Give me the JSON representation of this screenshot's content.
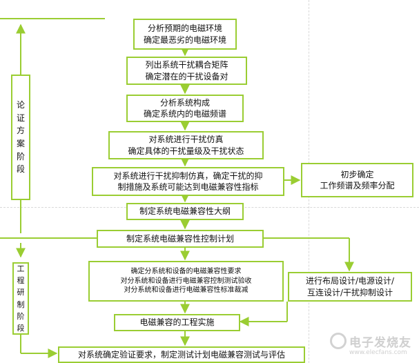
{
  "steps": {
    "s1": {
      "line1": "分析预期的电磁环境",
      "line2": "确定最恶劣的电磁环境"
    },
    "s2": {
      "line1": "列出系统干扰耦合矩阵",
      "line2": "确定潜在的干扰设备对"
    },
    "s3": {
      "line1": "分析系统构成",
      "line2": "确定系统内的电磁频谱"
    },
    "s4": {
      "line1": "对系统进行干扰仿真",
      "line2": "确定具体的干扰量级及干扰状态"
    },
    "s5": {
      "line1": "对系统进行干扰抑制仿真，确定干扰的抑",
      "line2": "制措施及系统可能达到电磁兼容性指标"
    },
    "s6": {
      "line1": "初步确定",
      "line2": "工作频谱及频率分配"
    },
    "s7": {
      "text": "制定系统电磁兼容性大纲"
    },
    "s8": {
      "text": "制定系统电磁兼容性控制计划"
    },
    "s9": {
      "line1": "确定分系统和设备的电磁兼容性要求",
      "line2": "对分系统和设备进行电磁兼容控制测试验收",
      "line3": "对分系统和设备进行电磁兼容性标准裁减"
    },
    "s10": {
      "line1": "进行布局设计/电源设计/",
      "line2": "互连设计/干扰抑制设计"
    },
    "s11": {
      "text": "电磁兼容的工程实施"
    },
    "s12": {
      "text": "对系统确定验证要求，制定测试计划电磁兼容测试与评估"
    }
  },
  "phases": {
    "p1": {
      "chars": [
        "论",
        "证",
        "方",
        "案",
        "阶",
        "段"
      ]
    },
    "p2": {
      "chars": [
        "工",
        "程",
        "研",
        "制",
        "阶",
        "段"
      ]
    }
  },
  "watermark": {
    "name": "电子发烧友",
    "url": "www.elecfans.com"
  },
  "colors": {
    "border": "#9acd32",
    "text": "#111111",
    "background": "#ffffff"
  }
}
